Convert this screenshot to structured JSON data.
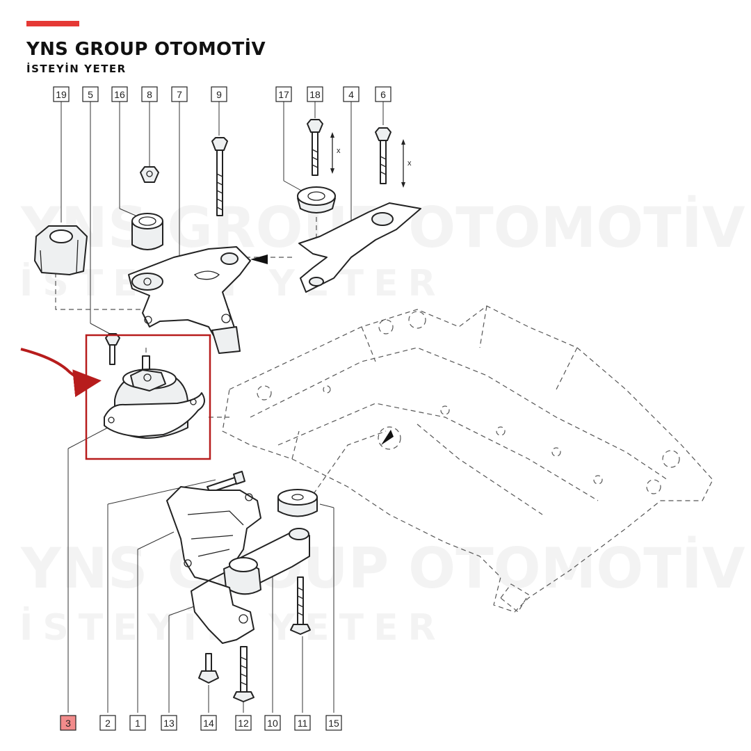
{
  "brand": {
    "title": "YNS GROUP OTOMOTİV",
    "tagline": "İSTEYİN YETER",
    "accent_color": "#e53935",
    "highlight_box_color": "#b71c1c",
    "highlight_label_fill": "#f28b8b"
  },
  "watermark": {
    "title": "YNS GROUP OTOMOTİV",
    "tagline": "İSTEYİN YETER"
  },
  "diagram": {
    "top_labels": [
      "19",
      "5",
      "16",
      "8",
      "7",
      "9",
      "17",
      "18",
      "4",
      "6"
    ],
    "bottom_labels": [
      "3",
      "2",
      "1",
      "13",
      "14",
      "12",
      "10",
      "11",
      "15"
    ],
    "highlighted_label": "3",
    "dimension_marks": [
      "x",
      "x"
    ],
    "highlighted_part": "engine-mount",
    "pointer_icon": "red-curved-arrow-icon"
  }
}
